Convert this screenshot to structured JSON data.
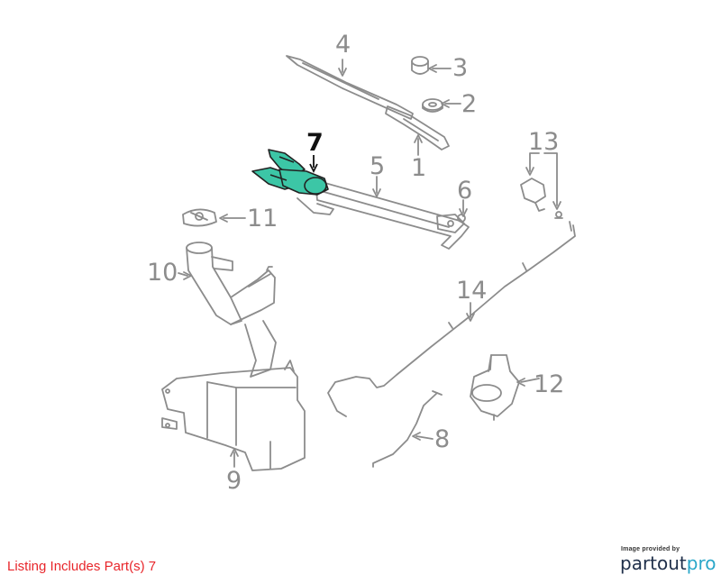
{
  "labels": {
    "p1": "1",
    "p2": "2",
    "p3": "3",
    "p4": "4",
    "p5": "5",
    "p6": "6",
    "p7": "7",
    "p8": "8",
    "p9": "9",
    "p10": "10",
    "p11": "11",
    "p12": "12",
    "p13": "13",
    "p14": "14"
  },
  "footer": {
    "note": "Listing Includes Part(s) 7",
    "credit_small": "Image provided by",
    "credit_logo_a": "partout",
    "credit_logo_b": "pro"
  },
  "colors": {
    "line": "#8c8c8c",
    "highlight": "#3cc6a6",
    "highlight_label": "#111111",
    "note": "#e8262b"
  }
}
